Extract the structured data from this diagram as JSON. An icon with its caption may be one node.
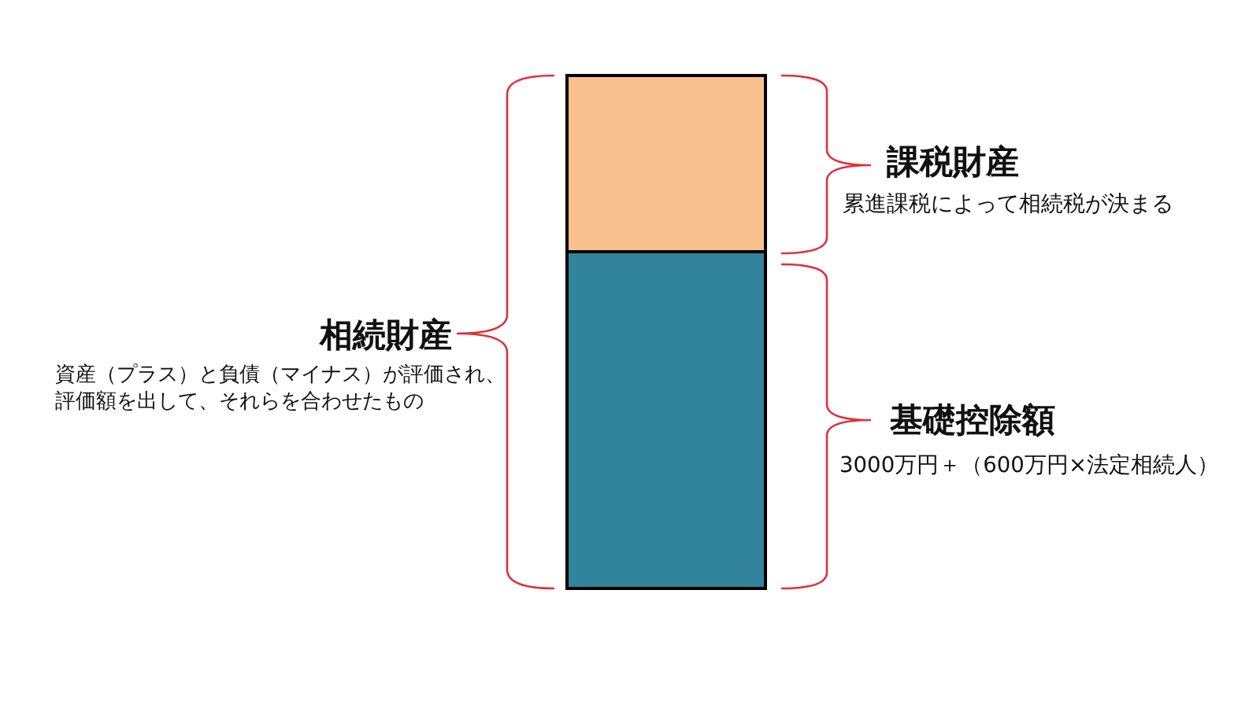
{
  "diagram": {
    "nodes": [
      {
        "text": [],
        "shape": "box",
        "beside": [
          "課税財産",
          "累進課税によって相続税が決まる"
        ]
      },
      {
        "text": [],
        "shape": "box",
        "beside": [
          "基礎控除額",
          "3000万円＋（600万円×法定相続人）"
        ]
      }
    ],
    "labels": [
      "相続財産",
      "資産（プラス）と負債（マイナス）が評価され、評価額を出して、それらを合わせたもの"
    ]
  }
}
